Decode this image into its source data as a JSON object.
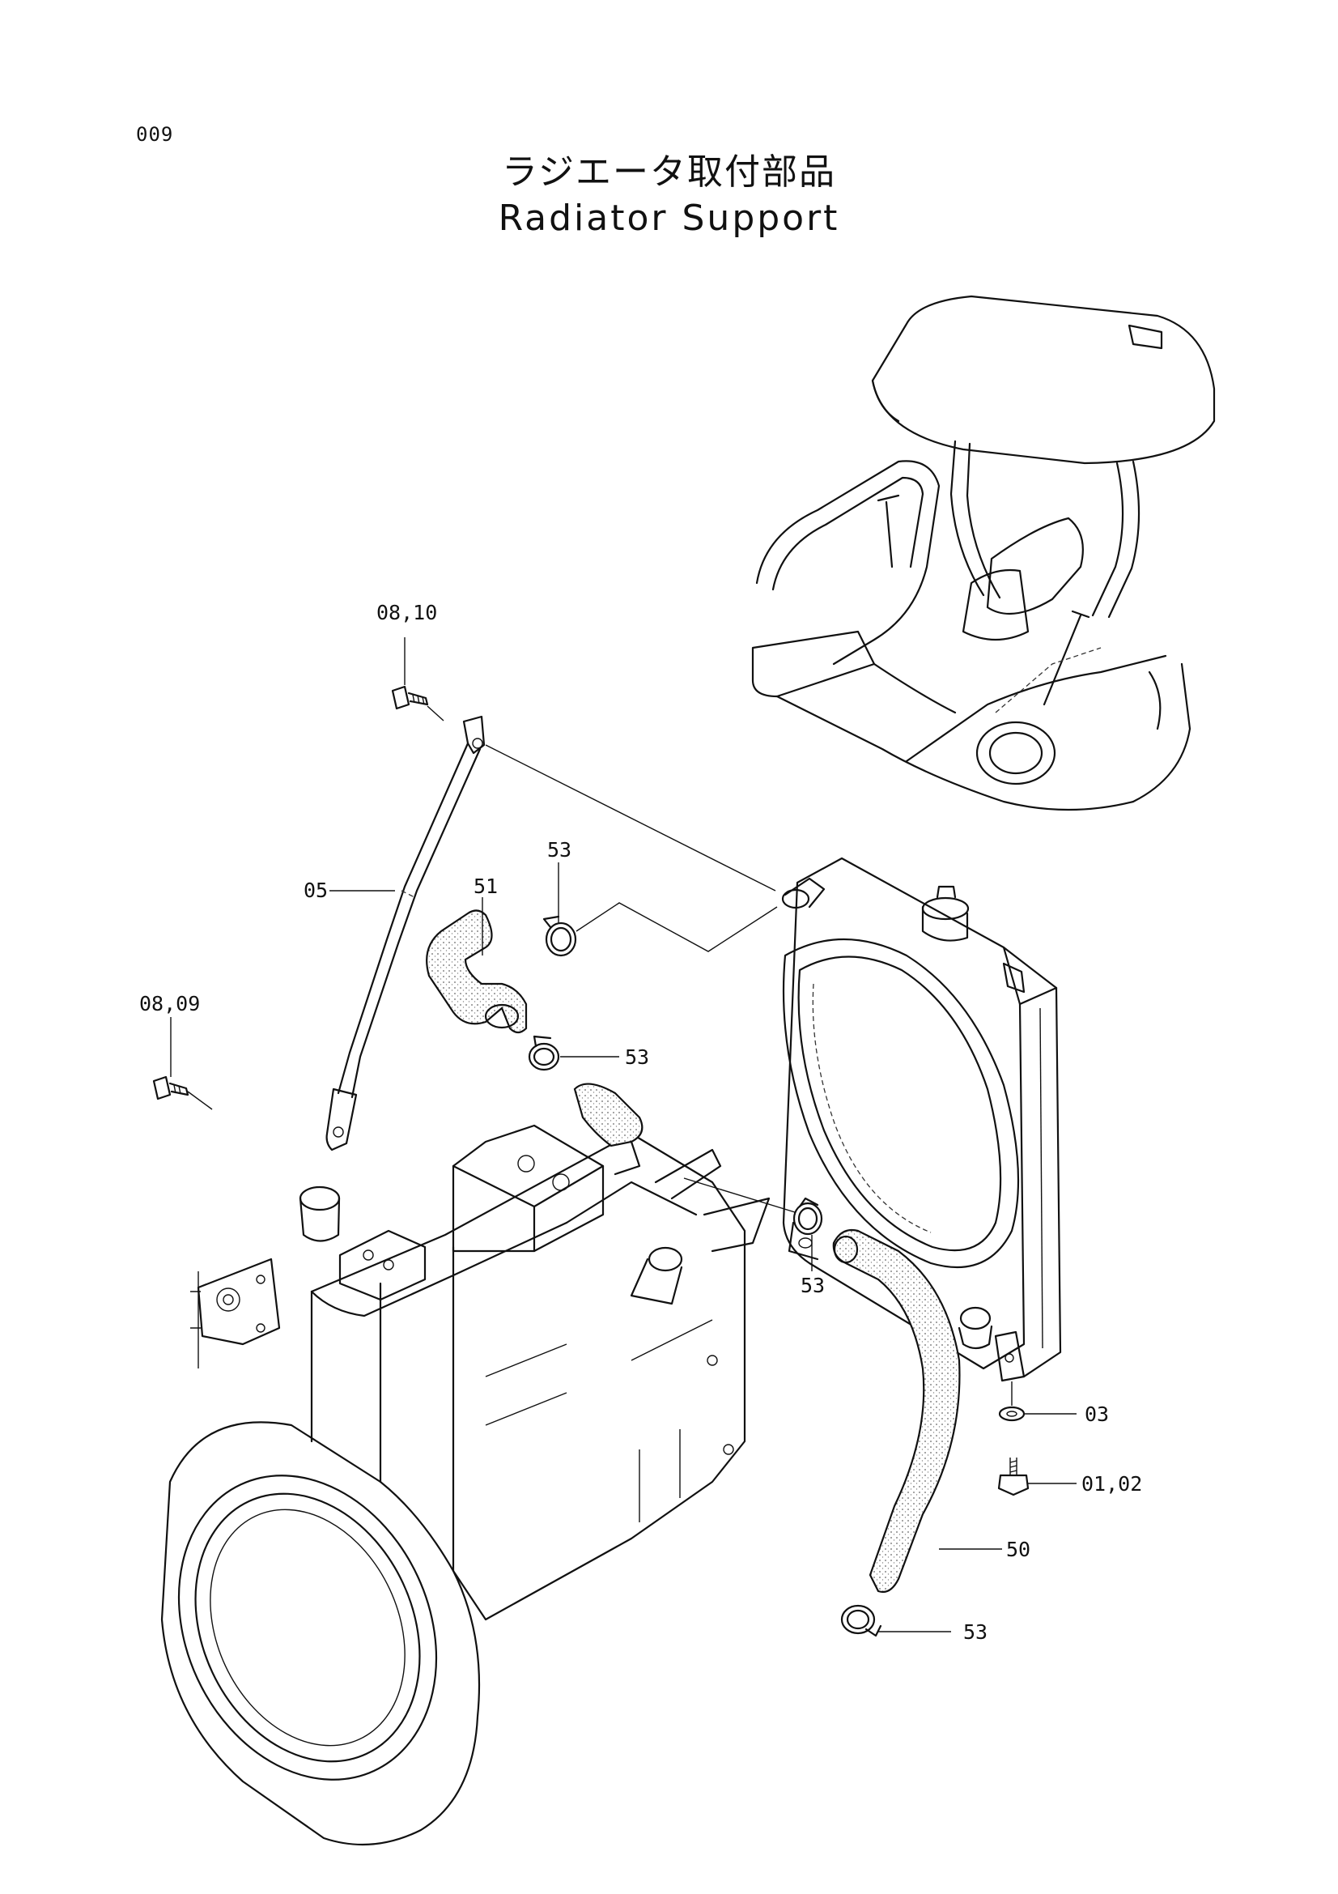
{
  "page_number": "009",
  "title_jp": "ラジエータ取付部品",
  "title_en": "Radiator Support",
  "callouts": {
    "c_08_10": "08,10",
    "c_05": "05",
    "c_51": "51",
    "c_53_top": "53",
    "c_53_mid": "53",
    "c_08_09": "08,09",
    "c_53_low": "53",
    "c_03": "03",
    "c_01_02": "01,02",
    "c_50": "50",
    "c_53_bottom": "53"
  }
}
